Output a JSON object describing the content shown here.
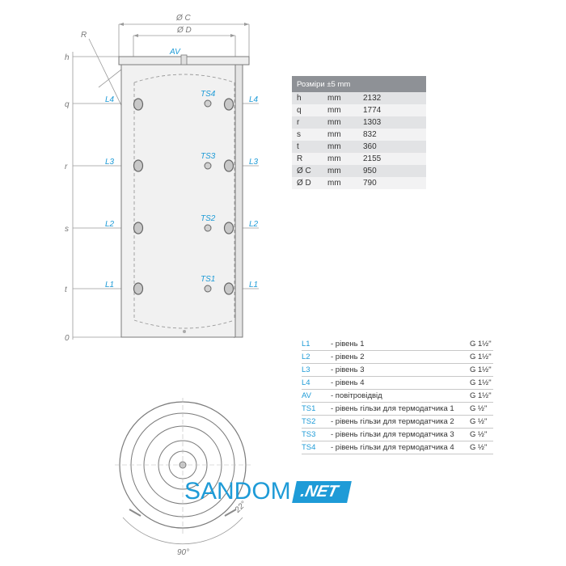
{
  "diagram": {
    "dims": {
      "c": "Ø C",
      "d": "Ø D",
      "r": "R"
    },
    "levels": {
      "h": "h",
      "q": "q",
      "r": "r",
      "s": "s",
      "t": "t",
      "zero": "0"
    },
    "ports_left": [
      "L4",
      "L3",
      "L2",
      "L1"
    ],
    "ports_right": [
      "L4",
      "L3",
      "L2",
      "L1"
    ],
    "sensors": [
      "TS4",
      "TS3",
      "TS2",
      "TS1"
    ],
    "av": "AV",
    "angle_90": "90°",
    "angle_22": "22°"
  },
  "table": {
    "header": "Розміри ±5 mm",
    "rows": [
      [
        "h",
        "mm",
        "2132"
      ],
      [
        "q",
        "mm",
        "1774"
      ],
      [
        "r",
        "mm",
        "1303"
      ],
      [
        "s",
        "mm",
        "832"
      ],
      [
        "t",
        "mm",
        "360"
      ],
      [
        "R",
        "mm",
        "2155"
      ],
      [
        "Ø C",
        "mm",
        "950"
      ],
      [
        "Ø D",
        "mm",
        "790"
      ]
    ]
  },
  "legend": [
    {
      "code": "L1",
      "desc": "- рівень 1",
      "size": "G 1½\""
    },
    {
      "code": "L2",
      "desc": "- рівень 2",
      "size": "G 1½\""
    },
    {
      "code": "L3",
      "desc": "- рівень 3",
      "size": "G 1½\""
    },
    {
      "code": "L4",
      "desc": "- рівень 4",
      "size": "G 1½\""
    },
    {
      "code": "AV",
      "desc": "- повітровідвід",
      "size": "G 1½\""
    },
    {
      "code": "TS1",
      "desc": "- рівень гільзи для термодатчика 1",
      "size": "G ½\""
    },
    {
      "code": "TS2",
      "desc": "- рівень гільзи для термодатчика 2",
      "size": "G ½\""
    },
    {
      "code": "TS3",
      "desc": "- рівень гільзи для термодатчика 3",
      "size": "G ½\""
    },
    {
      "code": "TS4",
      "desc": "- рівень гільзи для термодатчика 4",
      "size": "G ½\""
    }
  ],
  "watermark": {
    "text": "SANDOM",
    "suffix": ".NET"
  }
}
